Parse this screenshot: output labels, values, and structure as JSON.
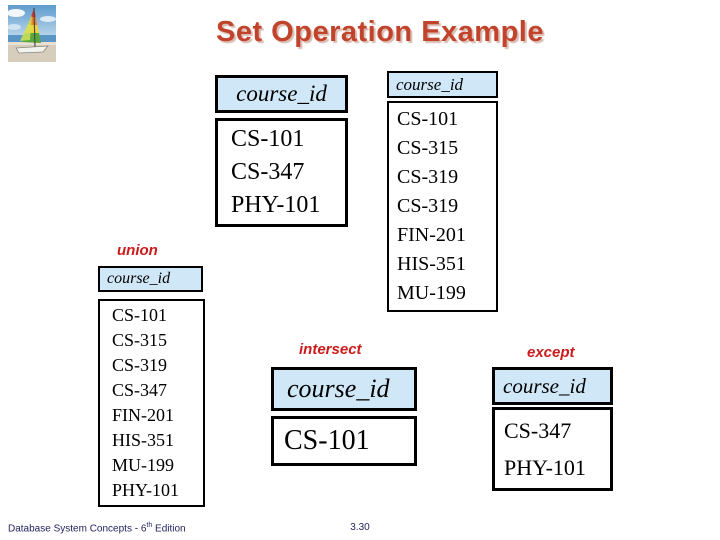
{
  "slide": {
    "title": "Set Operation Example",
    "footer": {
      "text_before_sup": "Database System Concepts - 6",
      "sup": "th",
      "text_after_sup": " Edition",
      "page_number": "3.30"
    }
  },
  "colors": {
    "title": "#c2432c",
    "operation_label": "#cc1b1b",
    "table_header_bg": "#cfe7f7",
    "table_border": "#000000"
  },
  "icons": {
    "sailboat": "sailboat-photo-logo"
  },
  "tables": {
    "input_left": {
      "header": "course_id",
      "rows": [
        "CS-101",
        "CS-347",
        "PHY-101"
      ]
    },
    "input_right": {
      "header": "course_id",
      "rows": [
        "CS-101",
        "CS-315",
        "CS-319",
        "CS-319",
        "FIN-201",
        "HIS-351",
        "MU-199"
      ]
    },
    "union": {
      "label": "union",
      "header": "course_id",
      "rows": [
        "CS-101",
        "CS-315",
        "CS-319",
        "CS-347",
        "FIN-201",
        "HIS-351",
        "MU-199",
        "PHY-101"
      ]
    },
    "intersect": {
      "label": "intersect",
      "header": "course_id",
      "rows": [
        "CS-101"
      ]
    },
    "except": {
      "label": "except",
      "header": "course_id",
      "rows": [
        "CS-347",
        "PHY-101"
      ]
    }
  }
}
